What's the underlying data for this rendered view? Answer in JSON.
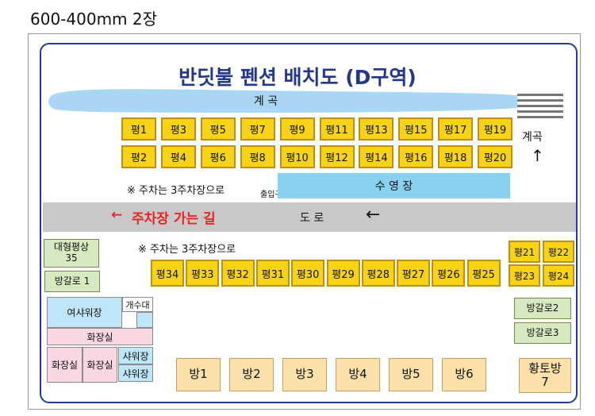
{
  "caption": "600-400mm 2장",
  "title": "반딧불 펜션 배치도 (D구역)",
  "stream_label": "계 곡",
  "stream_side_label": "계곡",
  "up_arrow": "↑",
  "top_row": [
    "평1",
    "평3",
    "평5",
    "평7",
    "평9",
    "평11",
    "평13",
    "평15",
    "평17",
    "평19"
  ],
  "bottom_row": [
    "평2",
    "평4",
    "평6",
    "평8",
    "평10",
    "평12",
    "평14",
    "평16",
    "평18",
    "평20"
  ],
  "parking_note_top": "※ 주차는 3주차장으로",
  "entrance_label": "출입구",
  "pool_label": "수 영 장",
  "road": {
    "left_arrow": "←",
    "left_text": "주차장 가는 길",
    "center_text": "도 로",
    "right_arrow": "←"
  },
  "parking_note_mid": "※ 주차는 3주차장으로",
  "large_room": "대형평상\n35",
  "bangalo1": "방갈로 1",
  "middle_row": [
    "평34",
    "평33",
    "평32",
    "평31",
    "평30",
    "평29",
    "평28",
    "평27",
    "평26",
    "평25"
  ],
  "right_grid": [
    "평21",
    "평22",
    "평23",
    "평24"
  ],
  "bangalo2": "방갈로2",
  "bangalo3": "방갈로3",
  "women_shower": "여샤워장",
  "sink": "개수대",
  "restroom": "화장실",
  "restroom_a": "화장실",
  "restroom_b": "화장실",
  "shower_a": "샤워장",
  "shower_b": "샤워장",
  "rooms": [
    "방1",
    "방2",
    "방3",
    "방4",
    "방5",
    "방6"
  ],
  "clay_room": "황토방\n7",
  "colors": {
    "title": "#23388c",
    "yellow_room": "#f7d316",
    "stream": "#a9d6f2",
    "pool": "#88d1f1",
    "road": "#c8c8c8",
    "accent_red": "#e52521"
  }
}
